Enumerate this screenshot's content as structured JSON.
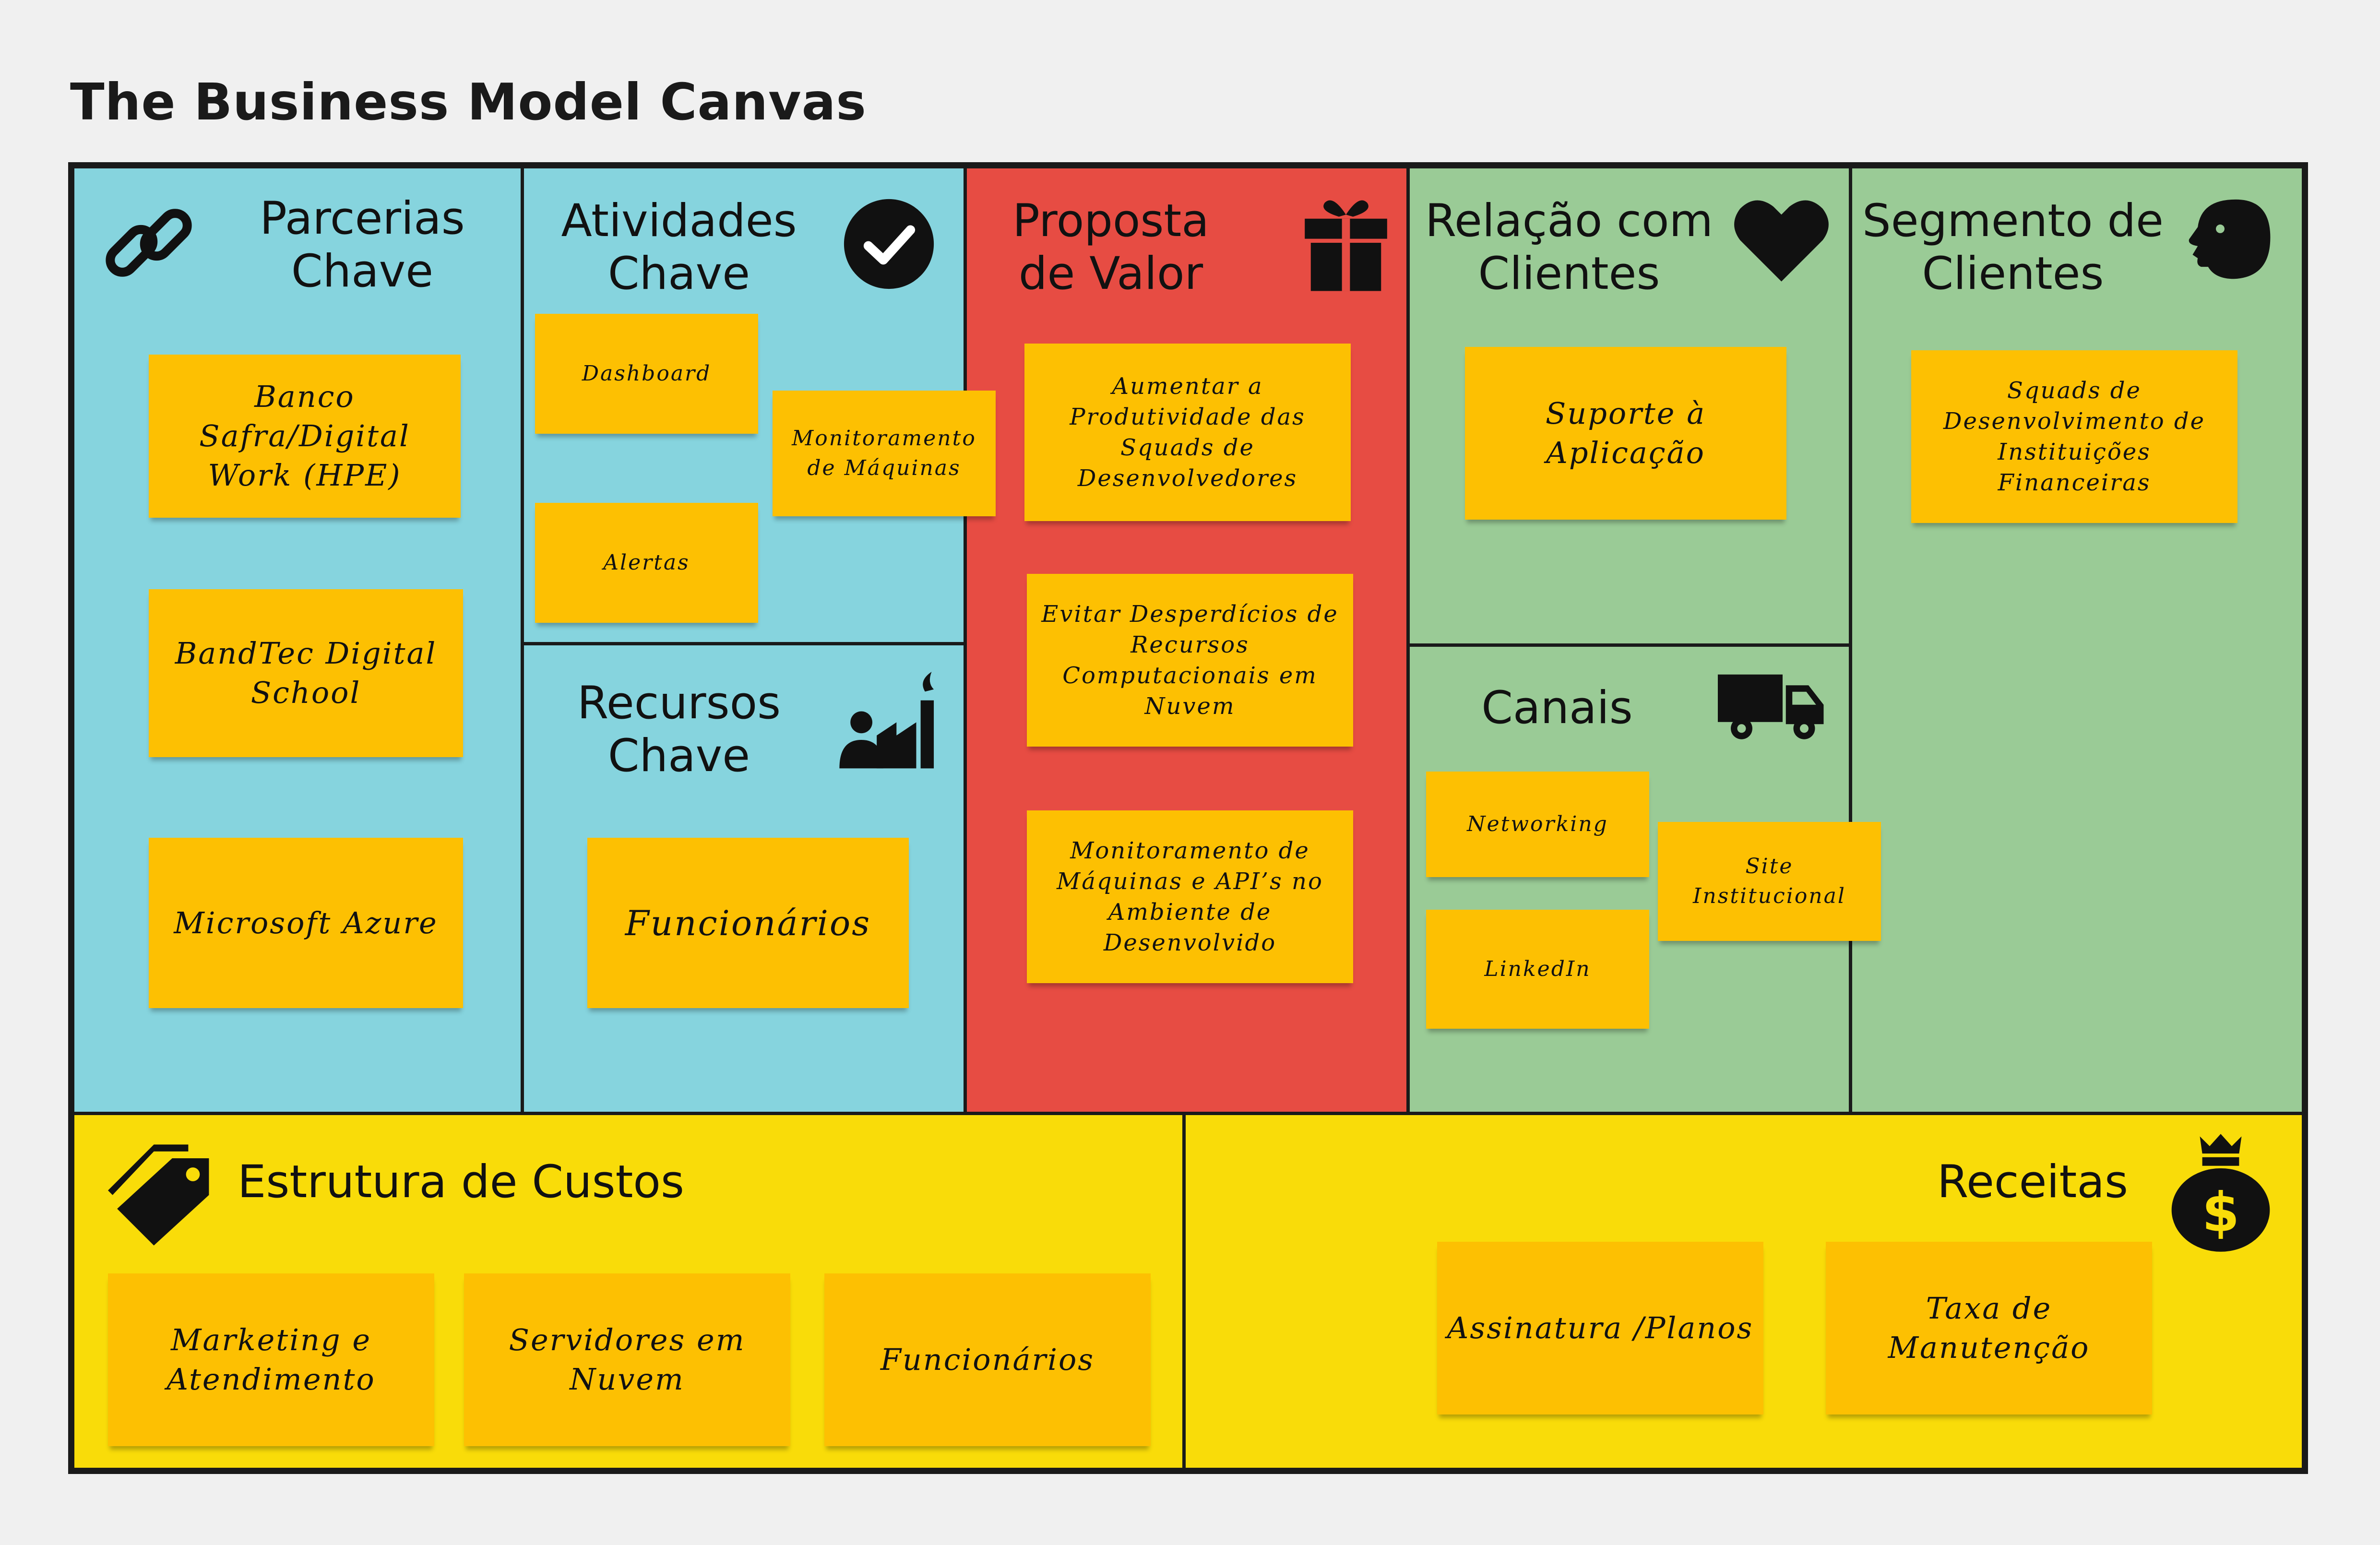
{
  "title": "The Business Model Canvas",
  "colors": {
    "blue": "#86d4de",
    "red": "#e74c43",
    "green": "#9acb96",
    "yellow": "#f9dc09",
    "note": "#fdc002",
    "border": "#1a1a1a",
    "background": "#f0f0f0"
  },
  "sections": {
    "parcerias": {
      "title": "Parcerias Chave",
      "icon": "link-icon",
      "notes": [
        "Banco Safra/Digital Work (HPE)",
        "BandTec Digital School",
        "Microsoft Azure"
      ]
    },
    "atividades": {
      "title": "Atividades Chave",
      "icon": "check-circle-icon",
      "notes": [
        "Dashboard",
        "Monitoramento de Máquinas",
        "Alertas"
      ]
    },
    "recursos": {
      "title": "Recursos Chave",
      "icon": "factory-worker-icon",
      "notes": [
        "Funcionários"
      ]
    },
    "proposta": {
      "title": "Proposta de Valor",
      "icon": "gift-icon",
      "notes": [
        "Aumentar a Produtividade das Squads de Desenvolvedores",
        "Evitar Desperdícios de Recursos Computacionais em Nuvem",
        "Monitoramento de Máquinas e API’s no Ambiente de Desenvolvido"
      ]
    },
    "relacao": {
      "title": "Relação com Clientes",
      "icon": "heart-icon",
      "notes": [
        "Suporte à Aplicação"
      ]
    },
    "canais": {
      "title": "Canais",
      "icon": "truck-icon",
      "notes": [
        "Networking",
        "Site Institucional",
        "LinkedIn"
      ]
    },
    "segmento": {
      "title": "Segmento de Clientes",
      "icon": "person-head-icon",
      "notes": [
        "Squads de Desenvolvimento de Instituições Financeiras"
      ]
    },
    "custos": {
      "title": "Estrutura de Custos",
      "icon": "price-tag-icon",
      "notes": [
        "Marketing e Atendimento",
        "Servidores em Nuvem",
        "Funcionários"
      ]
    },
    "receitas": {
      "title": "Receitas",
      "icon": "money-bag-icon",
      "notes": [
        "Assinatura /Planos",
        "Taxa de Manutenção"
      ]
    }
  }
}
